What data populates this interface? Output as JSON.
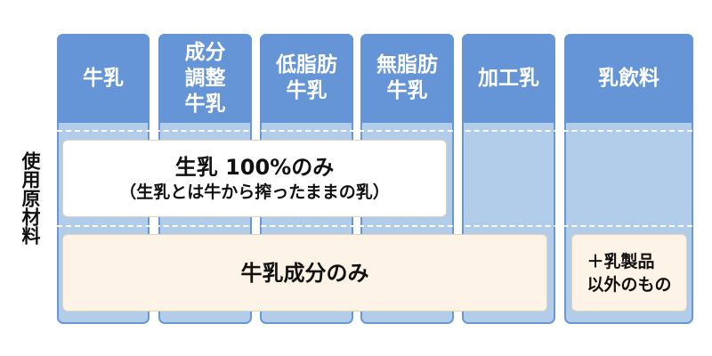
{
  "diagram": {
    "side_label": "使用原材料",
    "columns": [
      {
        "label": "牛乳"
      },
      {
        "label": "成分\n調整\n牛乳"
      },
      {
        "label": "低脂肪\n牛乳"
      },
      {
        "label": "無脂肪\n牛乳"
      },
      {
        "label": "加工乳"
      },
      {
        "label": "乳飲料"
      }
    ],
    "raw_milk_box": {
      "title": "生乳 100%のみ",
      "subtitle": "（生乳とは牛から搾ったままの乳）",
      "spans_columns": [
        "牛乳",
        "成分調整牛乳",
        "低脂肪牛乳",
        "無脂肪牛乳"
      ]
    },
    "milk_component_box": {
      "title": "牛乳成分のみ",
      "spans_columns": [
        "牛乳",
        "成分調整牛乳",
        "低脂肪牛乳",
        "無脂肪牛乳",
        "加工乳"
      ]
    },
    "other_box": {
      "title": "＋乳製品\n 以外のもの",
      "spans_columns": [
        "乳飲料"
      ]
    },
    "colors": {
      "header_blue": "#6595d6",
      "column_body": "#b2cdea",
      "column_border": "#6a97d8",
      "cream": "#fdf3e6",
      "white_box": "#ffffff"
    }
  }
}
